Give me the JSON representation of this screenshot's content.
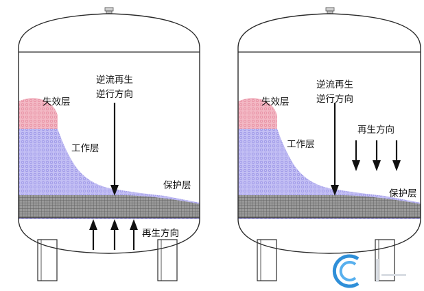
{
  "diagrams": [
    {
      "labels": {
        "failed_layer": "失效层",
        "working_layer": "工作层",
        "protective_layer": "保护层",
        "counterflow_line1": "逆流再生",
        "counterflow_line2": "逆行方向",
        "regen_direction": "再生方向"
      },
      "regen_arrow_direction": "up"
    },
    {
      "labels": {
        "failed_layer": "失效层",
        "working_layer": "工作层",
        "protective_layer": "保护层",
        "counterflow_line1": "逆流再生",
        "counterflow_line2": "逆行方向",
        "regen_direction": "再生方向"
      },
      "regen_arrow_direction": "down"
    }
  ],
  "colors": {
    "failed_layer": "#f2a6b6",
    "working_layer": "#b7b2f2",
    "protective_layer": "#8c8c8c",
    "outline": "#2b2b2b",
    "logo": "#2f8fd8"
  },
  "icons": [
    "logo-icon"
  ]
}
